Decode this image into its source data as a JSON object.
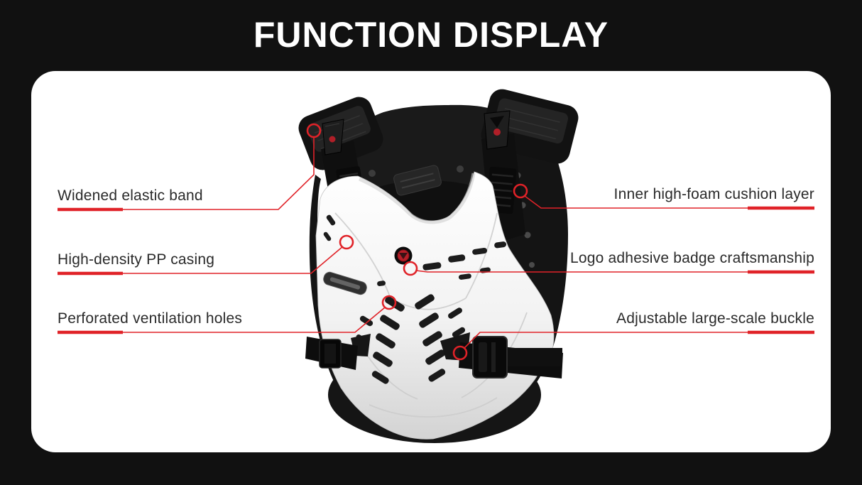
{
  "header": {
    "title": "FUNCTION DISPLAY"
  },
  "colors": {
    "background": "#111111",
    "card": "#ffffff",
    "accent_red": "#e02228",
    "label_text": "#2a2a2a"
  },
  "product": {
    "name": "Motocross chest protector, front view",
    "badge": "brand-emblem-badge"
  },
  "callouts": {
    "left": [
      {
        "label": "Widened elastic band"
      },
      {
        "label": "High-density PP casing"
      },
      {
        "label": "Perforated ventilation holes"
      }
    ],
    "right": [
      {
        "label": "Inner high-foam cushion layer"
      },
      {
        "label": "Logo adhesive badge craftsmanship"
      },
      {
        "label": "Adjustable large-scale buckle"
      }
    ]
  }
}
